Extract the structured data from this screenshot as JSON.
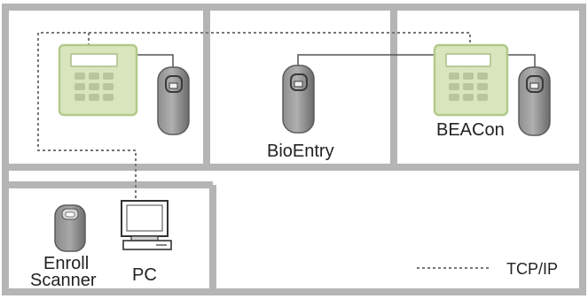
{
  "labels": {
    "bioentry": "BioEntry",
    "beacon": "BEACon",
    "enroll_line1": "Enroll",
    "enroll_line2": "Scanner",
    "pc": "PC",
    "legend_tcpip": "TCP/IP"
  },
  "colors": {
    "frame": "#b5b5b5",
    "panel_green": "#d9e6bd",
    "panel_green_border": "#b3c98b",
    "keypad_key": "#b9c59d",
    "reader_dark": "#6e6e6e",
    "reader_mid": "#a3a3a3",
    "wire": "#555555",
    "dotted_wire": "#777777"
  },
  "icons": {
    "access_panel": "keypad-controller-icon",
    "reader": "fingerprint-reader-icon",
    "pc": "desktop-pc-icon"
  }
}
